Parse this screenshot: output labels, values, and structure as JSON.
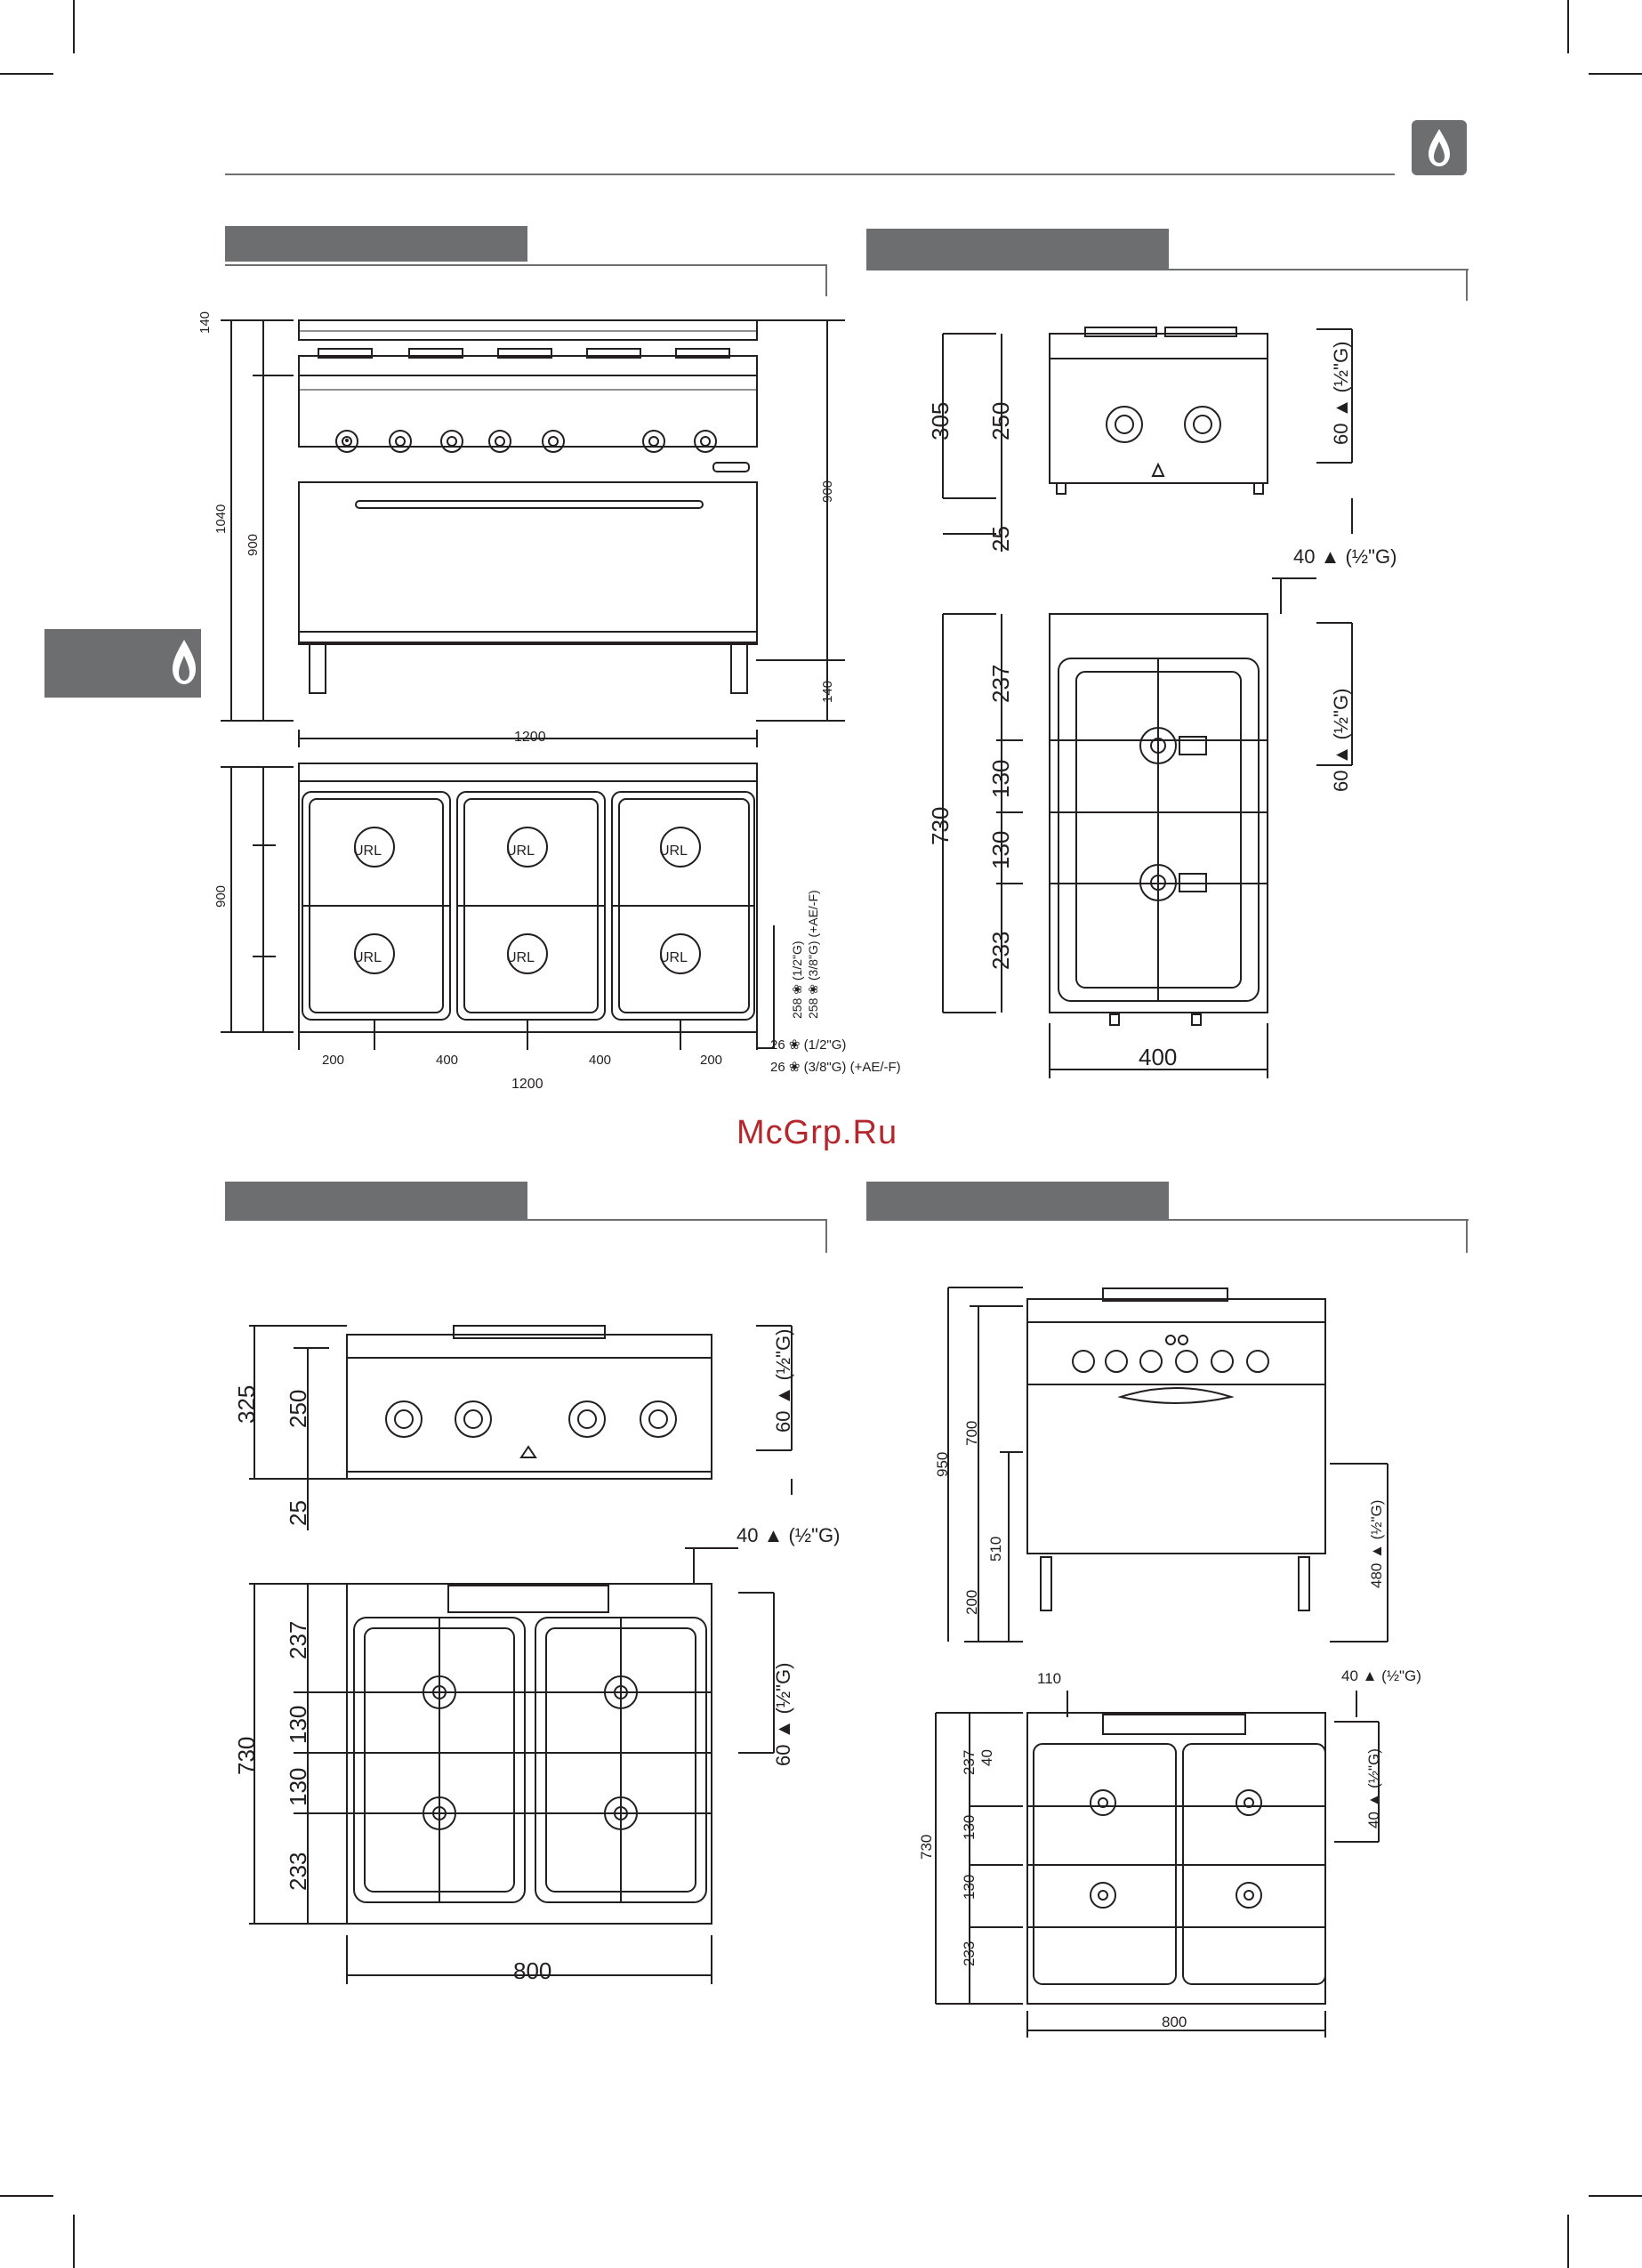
{
  "watermark": "McGrp.Ru",
  "colors": {
    "accent_gray": "#6d6e70",
    "line": "#231f20",
    "watermark": "#b3272d"
  },
  "icons": {
    "gas": "gas-flame-icon"
  },
  "views": {
    "range_oven_1200": {
      "front_dims": {
        "top_rail": "140",
        "body": "900",
        "total": "1040",
        "right_body": "900",
        "right_legs": "140",
        "width": "1200"
      },
      "top_dims": {
        "depth": "900",
        "seg1": "200",
        "seg2": "400",
        "seg3": "400",
        "seg4": "200",
        "width": "1200"
      },
      "burner_label": "URL",
      "gas_notes": [
        "258 ❀ (1/2\"G)",
        "258 ❀ (3/8\"G) (+AE/-F)"
      ],
      "gas_bottom": [
        "26 ❀ (1/2\"G)",
        "26 ❀ (3/8\"G) (+AE/-F)"
      ]
    },
    "top_400": {
      "front_dims": {
        "total": "305",
        "body": "250",
        "legs": "25",
        "gas": "60 ▲ (½\"G)"
      },
      "top_dims": {
        "depth": "730",
        "d1": "237",
        "d2": "130",
        "d3": "130",
        "d4": "233",
        "width": "400",
        "gas_side": "40 ▲ (½\"G)",
        "gas_rear": "60 ▲ (½\"G)"
      }
    },
    "top_800": {
      "front_dims": {
        "total": "325",
        "body": "250",
        "legs": "25",
        "gas": "60 ▲ (½\"G)"
      },
      "top_dims": {
        "depth": "730",
        "d1": "237",
        "d2": "130",
        "d3": "130",
        "d4": "233",
        "width": "800",
        "gas_side": "40 ▲ (½\"G)",
        "gas_rear": "60 ▲ (½\"G)"
      }
    },
    "range_800": {
      "front_dims": {
        "total": "950",
        "body": "700",
        "gas_height": "510",
        "legs": "200",
        "right": "480 ▲ (½\"G)"
      },
      "top_dims": {
        "depth": "730",
        "d1": "237",
        "d2": "130",
        "d3": "130",
        "d4": "233",
        "width": "800",
        "offset_top": "110",
        "offset_left": "40",
        "gas_side": "40 ▲ (½\"G)",
        "gas_rear": "40 ▲ (½\"G)"
      }
    }
  }
}
